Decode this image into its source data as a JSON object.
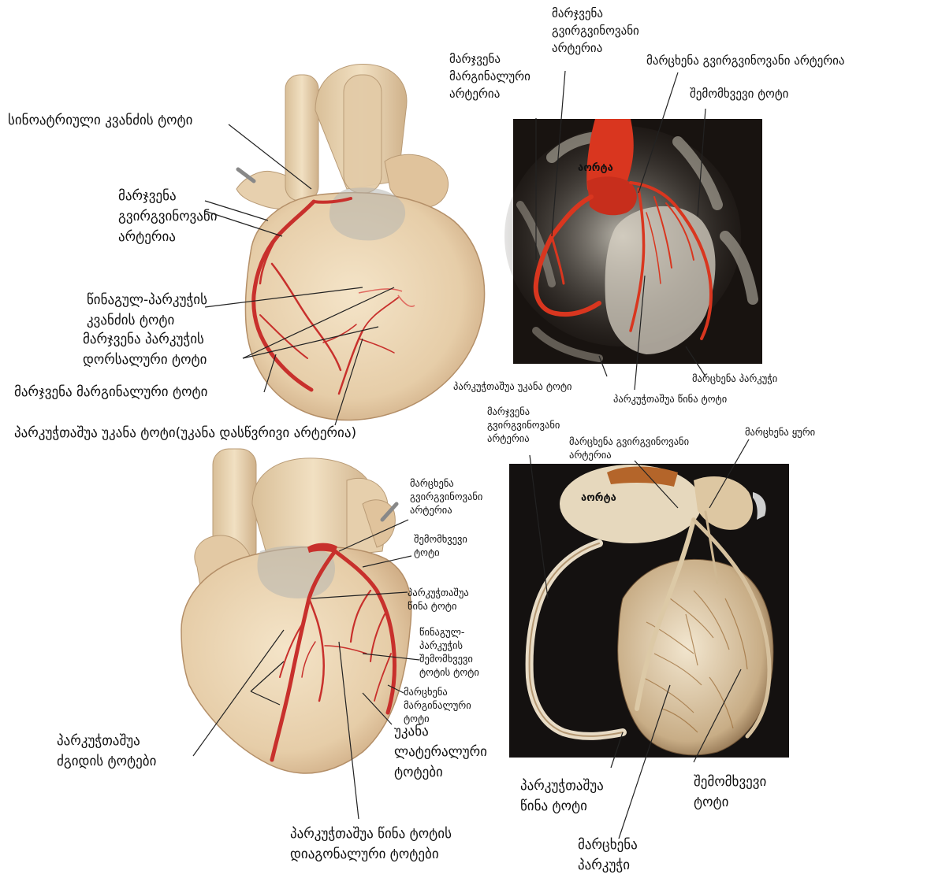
{
  "colors": {
    "artery": "#c8302c",
    "artery_light": "#e06a60",
    "heart_skin": "#e9d2b0",
    "ct_bg": "#181310",
    "ct_red": "#d9361f",
    "ct_bone": "#dac8ac"
  },
  "icons": [
    "heart-illustration-anterior",
    "heart-illustration-posterior",
    "ct-angiogram-red",
    "ct-angiogram-bone"
  ],
  "labels": {
    "top_left": {
      "sa_node_branch": "სინოატრიული კვანძის ტოტი",
      "right_coronary": "მარჯვენა\nგვირგვინოვანი\nარტერია",
      "av_node_branch": "წინაგულ-პარკუჭის\nკვანძის ტოტი",
      "right_ventricle_dorsal": "მარჯვენა პარკუჭის\nდორსალური ტოტი",
      "right_marginal_branch": "მარჯვენა მარგინალური ტოტი",
      "posterior_interventricular": "პარკუჭთაშუა უკანა ტოტი(უკანა დასწვრივი არტერია)"
    },
    "top_right": {
      "right_coronary": "მარჯვენა\nგვირგვინოვანი\nარტერია",
      "right_marginal_artery": "მარჯვენა\nმარგინალური\nარტერია",
      "left_coronary": "მარცხენა გვირგვინოვანი არტერია",
      "circumflex": "შემომხვევი ტოტი",
      "aorta": "აორტა",
      "posterior_interventricular": "პარკუჭთაშუა უკანა ტოტი",
      "left_ventricle": "მარცხენა პარკუჭი",
      "anterior_interventricular": "პარკუჭთაშუა წინა ტოტი"
    },
    "bottom_left": {
      "left_coronary": "მარცხენა\nგვირგვინოვანი\nარტერია",
      "circumflex": "შემომხვევი\nტოტი",
      "anterior_interventricular": "პარკუჭთაშუა\nწინა ტოტი",
      "av_circumflex_branch": "წინაგულ-\nპარკუჭის\nშემომხვევი\nტოტის ტოტი",
      "left_marginal": "მარცხენა\nმარგინალური\nტოტი",
      "posterior_lateral": "უკანა\nლატერალური\nტოტები",
      "septal": "პარკუჭთაშუა\nძგიდის ტოტები",
      "diagonal": "პარკუჭთაშუა წინა ტოტის\nდიაგონალური ტოტები"
    },
    "bottom_right": {
      "right_coronary": "მარჯვენა\nგვირგვინოვანი\nარტერია",
      "left_coronary": "მარცხენა გვირგვინოვანი\nარტერია",
      "left_auricle": "მარცხენა ყური",
      "aorta": "აორტა",
      "anterior_interventricular": "პარკუჭთაშუა\nწინა ტოტი",
      "circumflex": "შემომხვევი\nტოტი",
      "left_ventricle": "მარცხენა\nპარკუჭი"
    }
  }
}
